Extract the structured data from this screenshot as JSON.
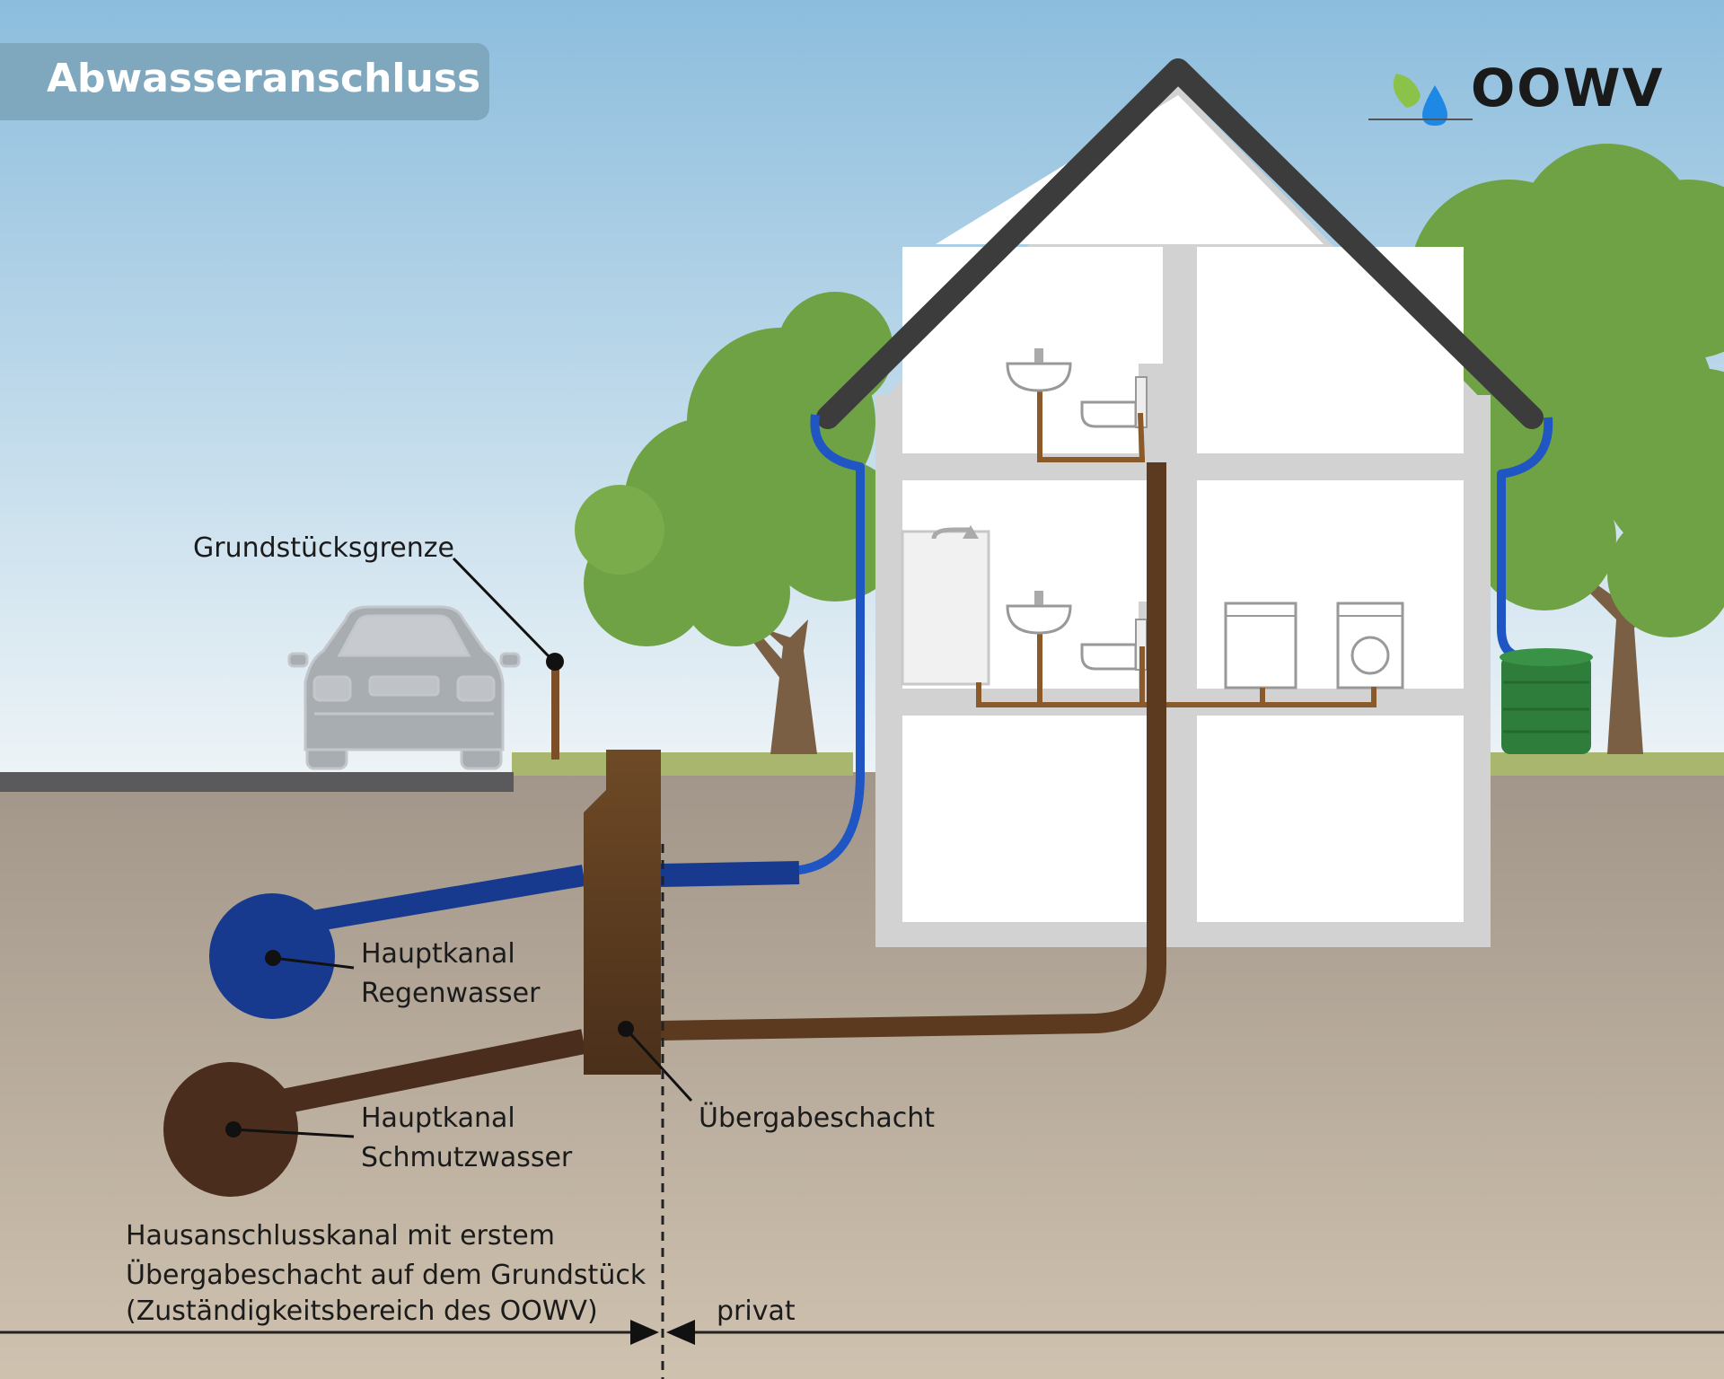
{
  "header": {
    "title": "Abwasseranschluss",
    "logo_text": "OOWV"
  },
  "labels": {
    "property_boundary": "Grundstücksgrenze",
    "rain_main_line1": "Hauptkanal",
    "rain_main_line2": "Regenwasser",
    "sewage_main_line1": "Hauptkanal",
    "sewage_main_line2": "Schmutzwasser",
    "transfer_shaft": "Übergabeschacht",
    "house_connection_line1": "Hausanschlusskanal mit erstem",
    "house_connection_line2": "Übergabeschacht auf dem Grundstück",
    "house_connection_line3": "(Zuständigkeitsbereich des OOWV)",
    "private": "privat"
  },
  "colors": {
    "rainwater": "#173a8f",
    "rain_pipe": "#1f56c4",
    "sewage": "#4a2d1c",
    "sewage_pipe": "#7a4e24",
    "soil": "#b9ad9c",
    "sky_top": "#8cbddd",
    "sky_bottom": "#eef4f7",
    "tree": "#6fa244",
    "roof": "#3c3c3c",
    "house_wall": "#d2d2d2",
    "title_bg": "#7fa8bf"
  },
  "icons": [
    "car-icon",
    "tree-icon",
    "sink-icon",
    "toilet-icon",
    "shower-icon",
    "washing-machine-icon",
    "dishwasher-icon",
    "rain-barrel-icon",
    "leaf-icon",
    "water-drop-icon"
  ]
}
